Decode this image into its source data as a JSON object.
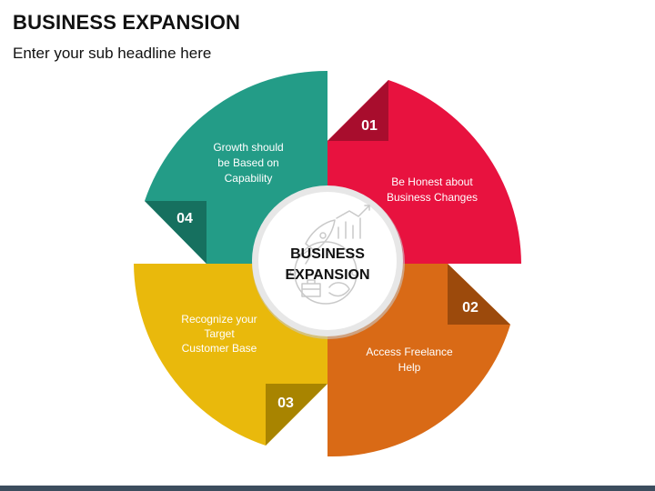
{
  "header": {
    "title": "BUSINESS EXPANSION",
    "subtitle": "Enter your sub headline here"
  },
  "center": {
    "line1": "BUSINESS",
    "line2": "EXPANSION",
    "icon": "rocket-growth-icon"
  },
  "segments": [
    {
      "number": "01",
      "lines": [
        "Be Honest about",
        "Business Changes"
      ],
      "color": "#e8123f",
      "fold_color": "#a80d2d"
    },
    {
      "number": "02",
      "lines": [
        "Access Freelance",
        "Help"
      ],
      "color": "#d96a16",
      "fold_color": "#9c4a0c"
    },
    {
      "number": "03",
      "lines": [
        "Recognize your",
        "Target",
        "Customer Base"
      ],
      "color": "#e9b90c",
      "fold_color": "#a88400"
    },
    {
      "number": "04",
      "lines": [
        "Growth should",
        "be Based on",
        "Capability"
      ],
      "color": "#239c87",
      "fold_color": "#16705f"
    }
  ]
}
